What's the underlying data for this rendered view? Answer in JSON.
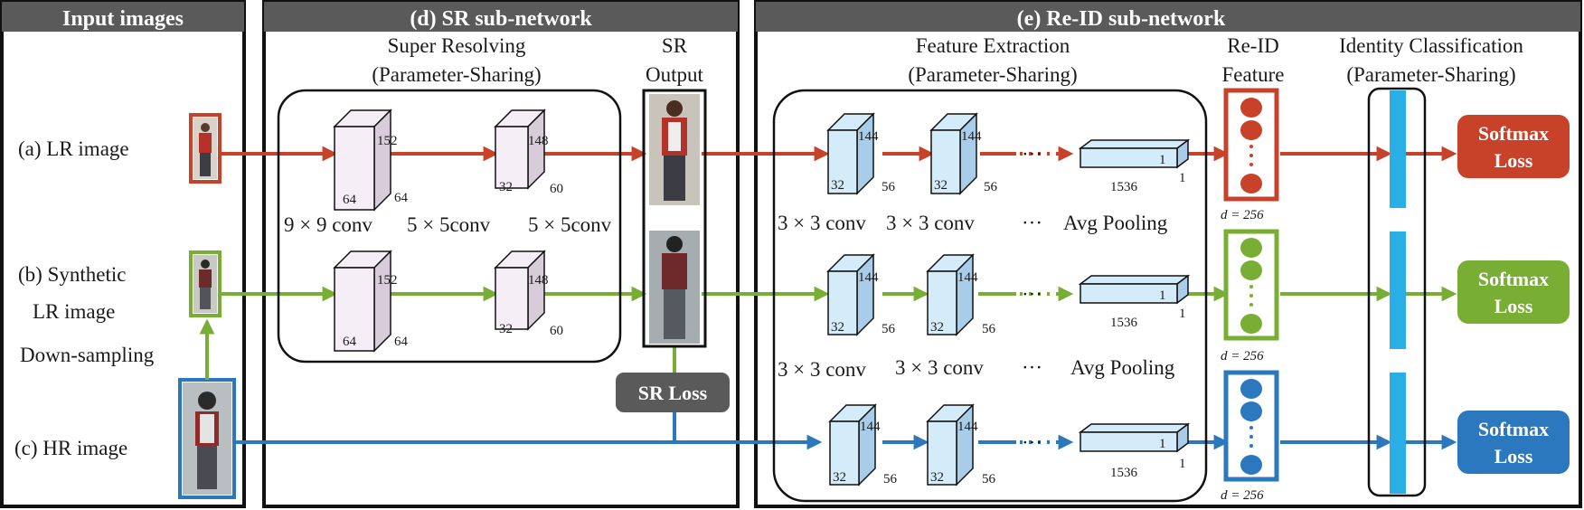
{
  "colors": {
    "red": "#C8422A",
    "green": "#79AE35",
    "blue": "#2B78BE",
    "header_gray": "#5A5A5A",
    "cube_pink": "#F6EEF6",
    "cube_pink_side": "#D8CCDB",
    "cube_blue": "#D4EBF9",
    "cube_blue_side": "#A9CDE8",
    "classifier_cyan": "#2AAEE6"
  },
  "panels": {
    "input": {
      "title": "Input images"
    },
    "sr": {
      "title": "(d) SR sub-network"
    },
    "reid": {
      "title": "(e) Re-ID sub-network"
    }
  },
  "inputs": {
    "lr": {
      "label": "(a) LR image"
    },
    "synthetic": {
      "label_line1": "(b) Synthetic",
      "label_line2": "LR image"
    },
    "downsampling": "Down-sampling",
    "hr": {
      "label": "(c) HR image"
    }
  },
  "sr": {
    "title_line1": "Super Resolving",
    "title_line2": "(Parameter-Sharing)",
    "output_line1": "SR",
    "output_line2": "Output",
    "conv_labels": [
      "9 × 9 conv",
      "5 × 5conv",
      "5 × 5conv"
    ],
    "cube1": {
      "d": "152",
      "w": "64",
      "h": "64"
    },
    "cube2": {
      "d": "148",
      "w": "32",
      "h": "60"
    },
    "loss": "SR Loss"
  },
  "reid": {
    "fe_line1": "Feature Extraction",
    "fe_line2": "(Parameter-Sharing)",
    "feat_line1": "Re-ID",
    "feat_line2": "Feature",
    "ic_line1": "Identity Classification",
    "ic_line2": "(Parameter-Sharing)",
    "cube": {
      "d": "144",
      "w": "32",
      "h": "56"
    },
    "pool": {
      "c": "1",
      "len": "1536",
      "h": "1"
    },
    "ellipsis": "···",
    "conv_label": "3 × 3 conv",
    "pool_label": "Avg Pooling",
    "dots": "⋮",
    "d_label": "d = 256",
    "softmax_line1": "Softmax",
    "softmax_line2": "Loss"
  }
}
